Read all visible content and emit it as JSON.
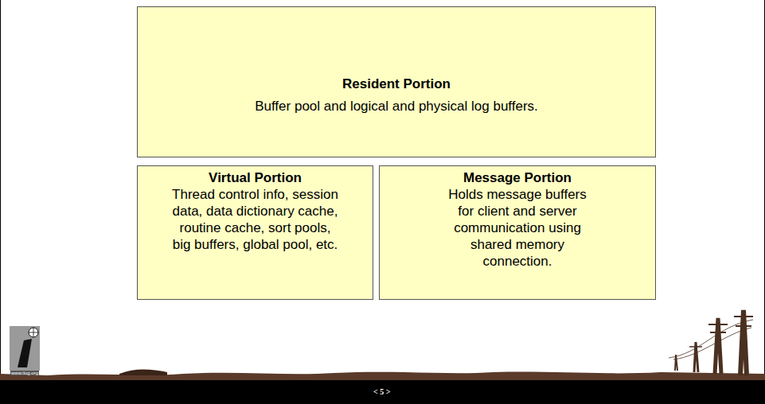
{
  "diagram": {
    "nodes": [
      {
        "text": [
          "Resident Portion",
          "Buffer pool and logical and physical log buffers."
        ]
      },
      {
        "text": [
          "Virtual Portion",
          "Thread control info, session data, data dictionary cache, routine cache, sort pools, big buffers, global pool, etc."
        ]
      },
      {
        "text": [
          "Message Portion",
          "Holds message buffers for client and server communication using shared memory connection."
        ]
      }
    ],
    "labels": [
      "< 5 >",
      "www.iiug.org"
    ]
  }
}
